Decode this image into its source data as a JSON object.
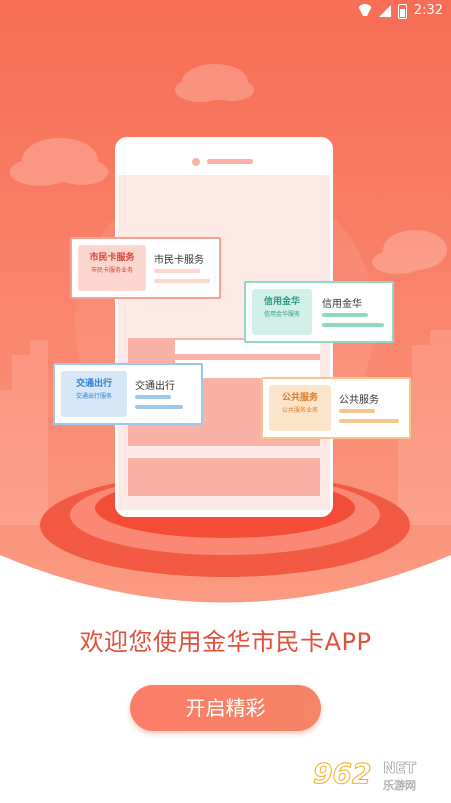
{
  "status_bar": {
    "time": "2:32"
  },
  "cards": [
    {
      "badge_title": "市民卡服务",
      "badge_sub": "市民卡服务业务",
      "label": "市民卡服务",
      "color": "#e8574a"
    },
    {
      "badge_title": "信用金华",
      "badge_sub": "信用金华服务",
      "label": "信用金华",
      "color": "#3fb39a"
    },
    {
      "badge_title": "交通出行",
      "badge_sub": "交通出行服务",
      "label": "交通出行",
      "color": "#3c8fd6"
    },
    {
      "badge_title": "公共服务",
      "badge_sub": "公共服务业务",
      "label": "公共服务",
      "color": "#e8923a"
    }
  ],
  "welcome_text": "欢迎您使用金华市民卡APP",
  "start_button": "开启精彩",
  "watermark": {
    "number": "962",
    "net": "NET",
    "cn": "乐游网"
  },
  "colors": {
    "accent": "#f76d57",
    "welcome": "#e2503c"
  }
}
